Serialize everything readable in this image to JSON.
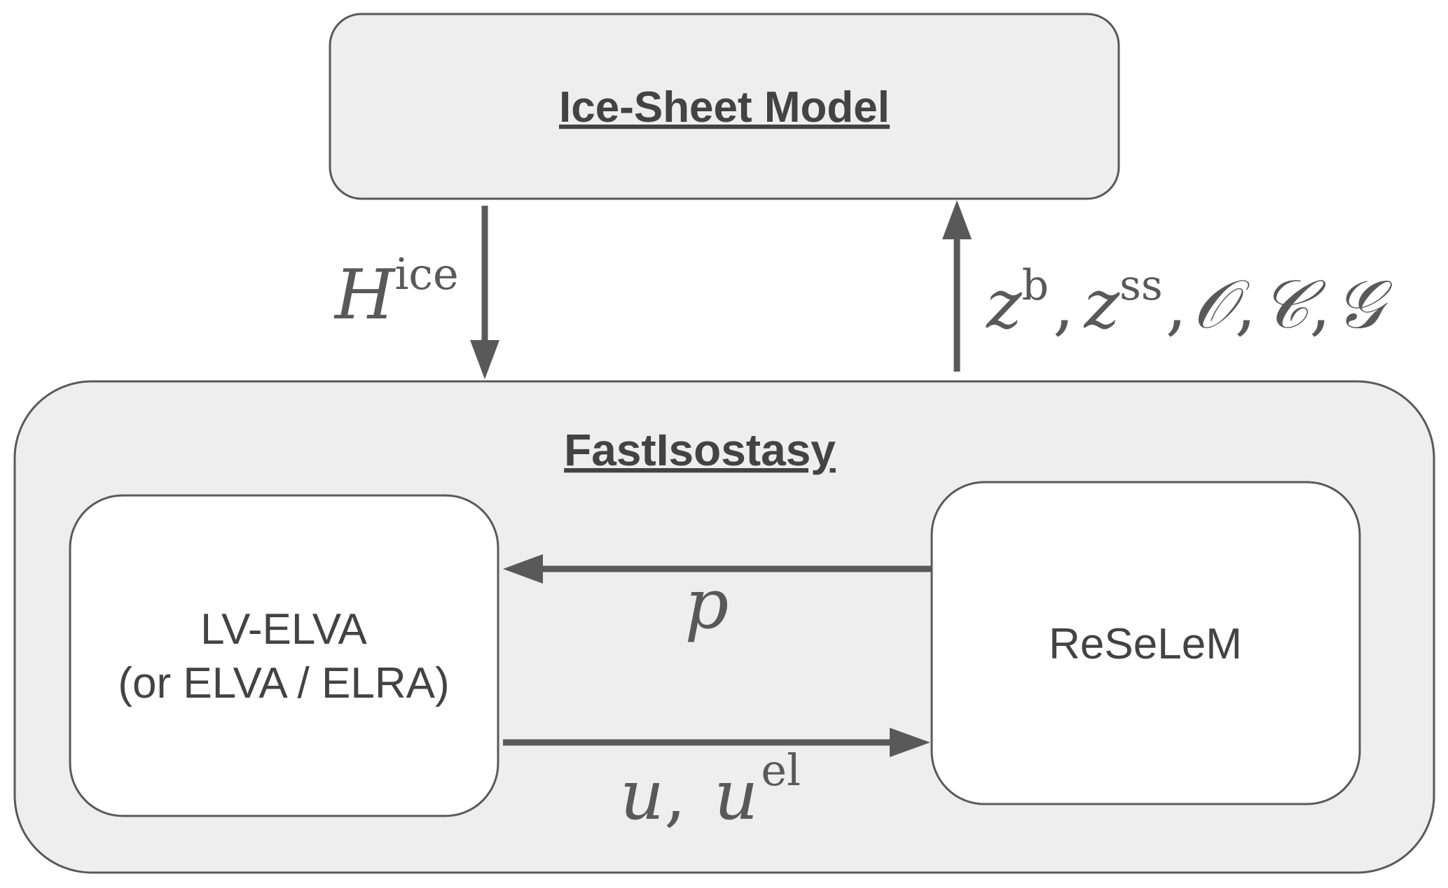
{
  "diagram": {
    "colors": {
      "outer_fill": "#eeeeee",
      "inner_fill": "#ffffff",
      "stroke": "#595959",
      "text": "#434343"
    },
    "boxes": {
      "ice_sheet_model": {
        "title": "Ice-Sheet Model"
      },
      "fastisostasy": {
        "title": "FastIsostasy"
      },
      "lv_elva": {
        "line1": "LV-ELVA",
        "line2": "(or ELVA / ELRA)"
      },
      "reselem": {
        "label": "ReSeLeM"
      }
    },
    "edges": [
      {
        "id": "ice-to-fastisostasy",
        "from": "Ice-Sheet Model",
        "to": "FastIsostasy",
        "label": {
          "base": "H",
          "sup": "ice"
        }
      },
      {
        "id": "fastisostasy-to-ice",
        "from": "FastIsostasy",
        "to": "Ice-Sheet Model",
        "label": {
          "z1": "z",
          "z1_sup": "b",
          "sep1": ",",
          "z2": "z",
          "z2_sup": "ss",
          "sep2": ",",
          "o": "𝒪",
          "sep3": ",",
          "c": "𝒞",
          "sep4": ",",
          "g": "𝒢"
        }
      },
      {
        "id": "reselem-to-lvelva",
        "from": "ReSeLeM",
        "to": "LV-ELVA",
        "label": {
          "text": "p"
        }
      },
      {
        "id": "lvelva-to-reselem",
        "from": "LV-ELVA",
        "to": "ReSeLeM",
        "label": {
          "u": "u",
          "sep": ",",
          "u2": "u",
          "u2_sup": "el"
        }
      }
    ]
  }
}
